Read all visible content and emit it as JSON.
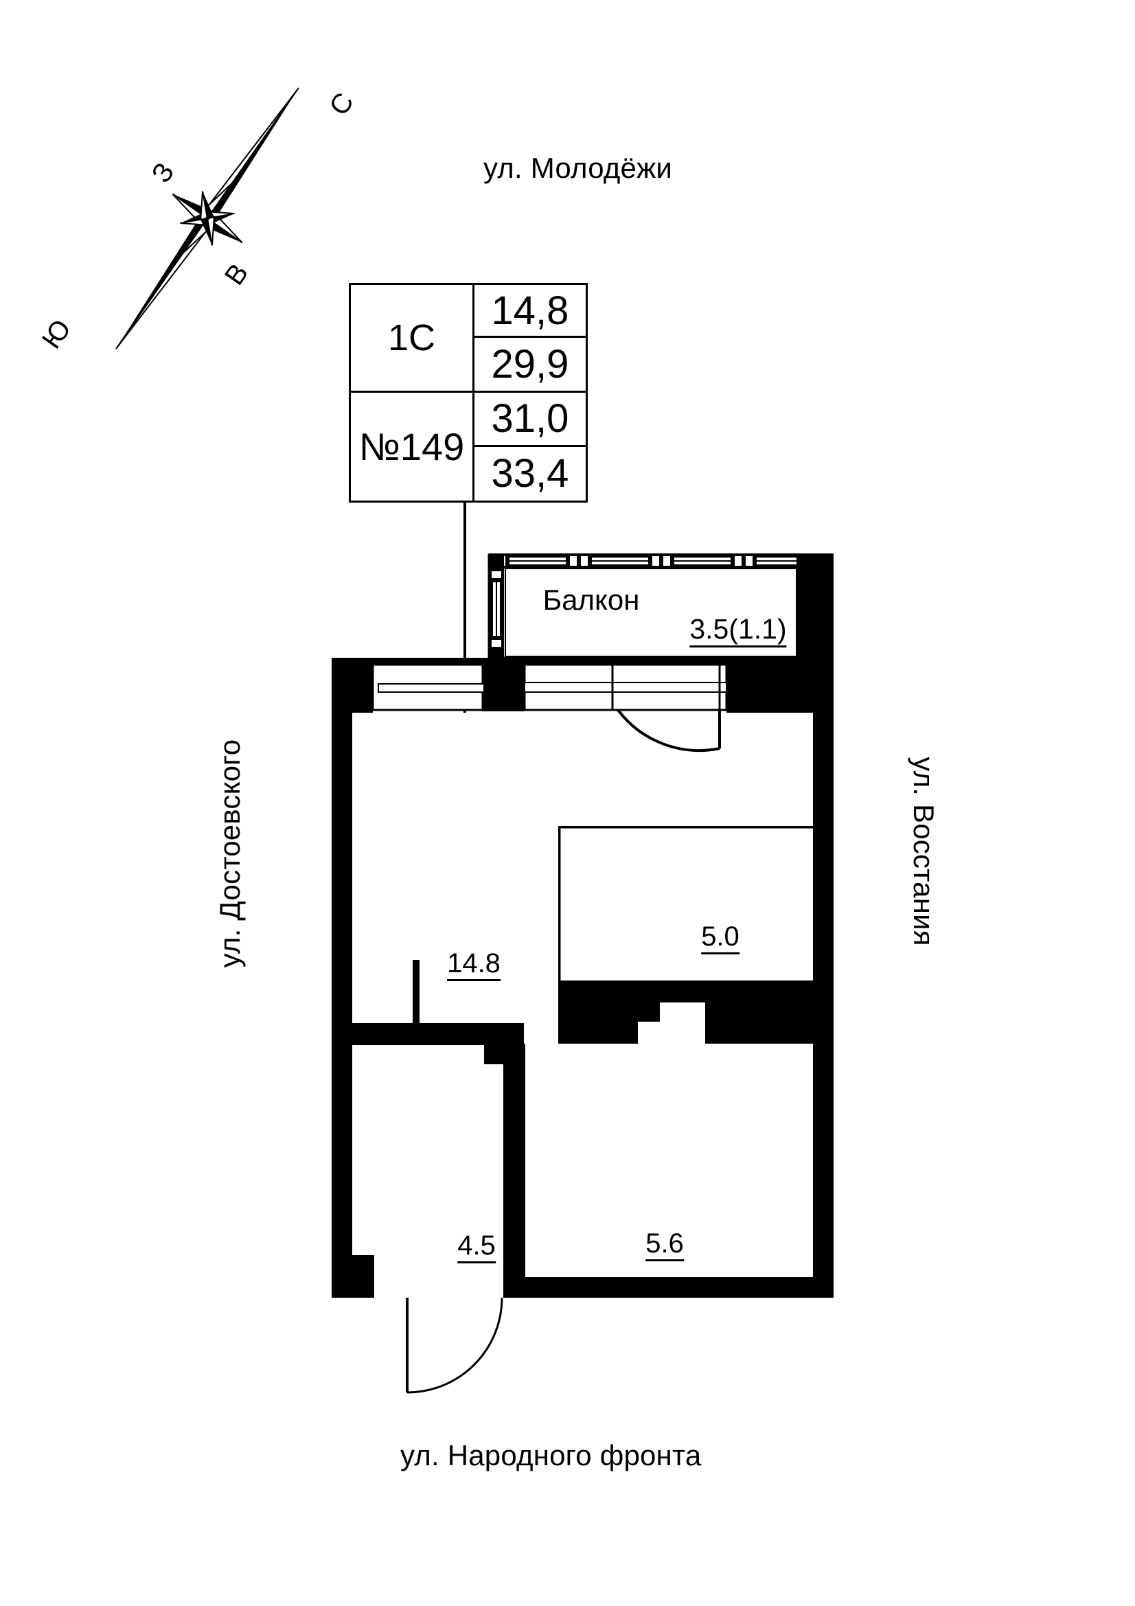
{
  "page": {
    "title": "План квартиры 1С №149",
    "background_color": "#ffffff",
    "ink_color": "#000000"
  },
  "compass": {
    "name": "compass-rose",
    "north": "С",
    "south": "Ю",
    "west": "З",
    "east": "В",
    "needle_rotation_deg": -55
  },
  "streets": {
    "top": "ул. Молодёжи",
    "bottom": "ул. Народного фронта",
    "left": "ул. Достоевского",
    "right": "ул. Восстания"
  },
  "info_table": {
    "type_label": "1С",
    "number_label": "№149",
    "area_living": "14,8",
    "area_total_no_balcony": "29,9",
    "area_with_balcony_coef": "31,0",
    "area_total": "33,4"
  },
  "rooms": [
    {
      "name": "balcony",
      "label": "Балкон",
      "area": "3.5(1.1)"
    },
    {
      "name": "living-room",
      "label": "",
      "area": "14.8"
    },
    {
      "name": "kitchen-nook",
      "label": "",
      "area": "5.0"
    },
    {
      "name": "hall",
      "label": "",
      "area": "4.5"
    },
    {
      "name": "bathroom",
      "label": "",
      "area": "5.6"
    }
  ],
  "plan": {
    "wall_fill": "#000000",
    "line_color": "#000000",
    "doors": [
      {
        "name": "balcony-door",
        "swing": "into-room-left"
      },
      {
        "name": "room-door",
        "swing": "into-room-down"
      },
      {
        "name": "bath-door",
        "swing": "into-hall-right"
      },
      {
        "name": "entrance-door",
        "swing": "outward-down"
      }
    ],
    "windows": [
      {
        "name": "north-window",
        "segments": 2
      },
      {
        "name": "balcony-glazing",
        "segments": 4
      }
    ]
  }
}
